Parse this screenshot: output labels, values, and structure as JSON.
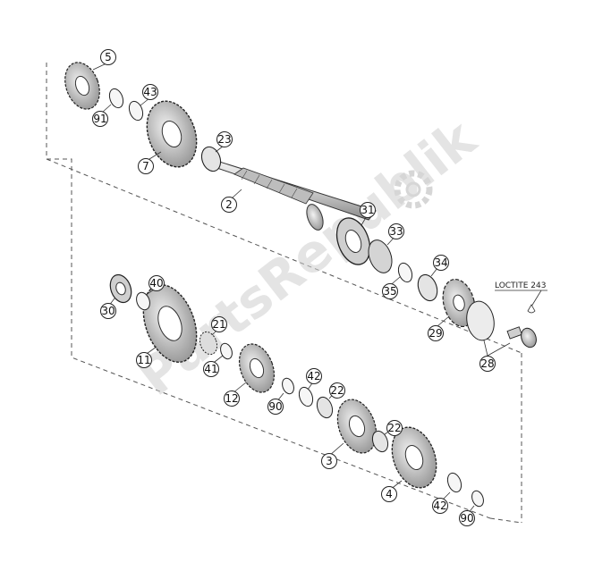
{
  "watermark": {
    "text": "PartsRepublik"
  },
  "note": {
    "text": "LOCTITE 243"
  },
  "labels": [
    {
      "id": "5"
    },
    {
      "id": "91"
    },
    {
      "id": "43"
    },
    {
      "id": "7"
    },
    {
      "id": "23"
    },
    {
      "id": "2"
    },
    {
      "id": "31"
    },
    {
      "id": "33"
    },
    {
      "id": "35"
    },
    {
      "id": "34"
    },
    {
      "id": "29"
    },
    {
      "id": "28"
    },
    {
      "id": "40"
    },
    {
      "id": "30"
    },
    {
      "id": "21"
    },
    {
      "id": "11"
    },
    {
      "id": "41"
    },
    {
      "id": "12"
    },
    {
      "id": "90"
    },
    {
      "id": "42"
    },
    {
      "id": "22"
    },
    {
      "id": "3"
    },
    {
      "id": "22"
    },
    {
      "id": "4"
    },
    {
      "id": "42"
    },
    {
      "id": "90"
    }
  ]
}
